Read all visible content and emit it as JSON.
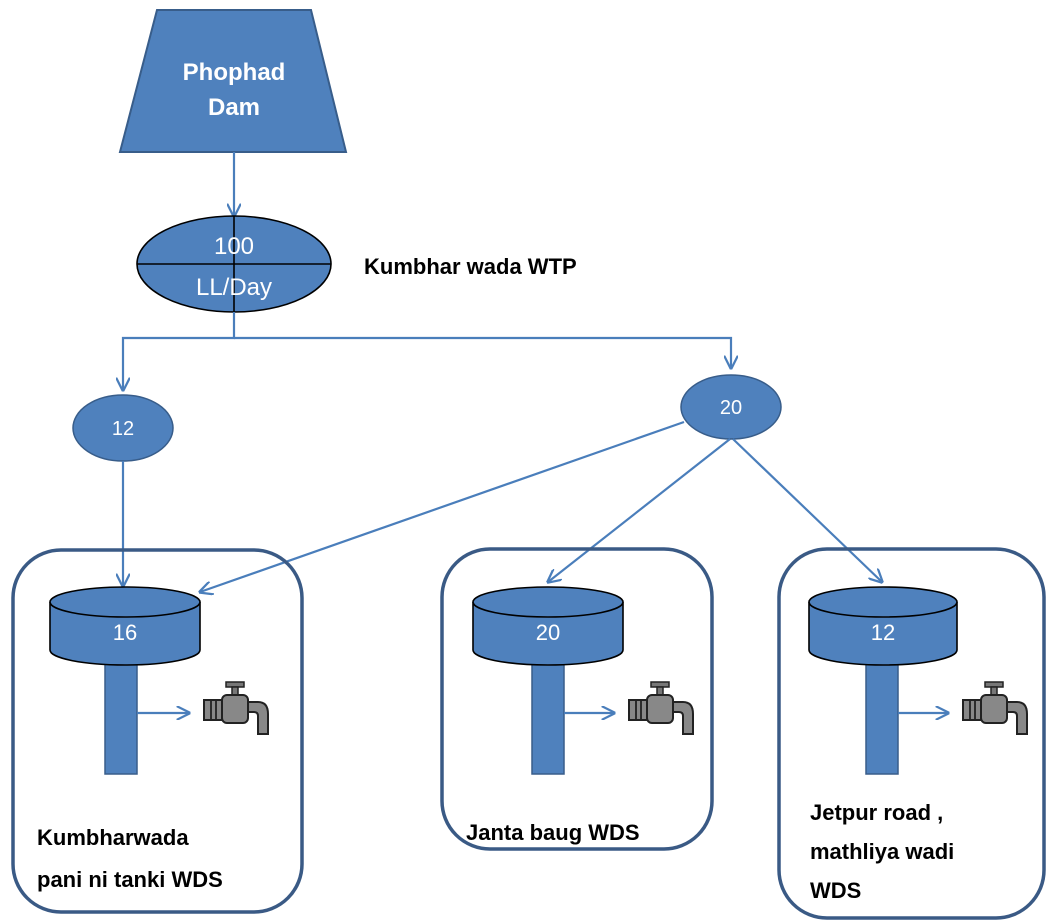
{
  "source": {
    "line1": "Phophad",
    "line2": "Dam"
  },
  "wtp": {
    "capacity": "100",
    "unit": "LL/Day",
    "name": "Kumbhar wada WTP"
  },
  "branches": [
    {
      "value": "12"
    },
    {
      "value": "20"
    }
  ],
  "tanks": [
    {
      "value": "16",
      "name_lines": [
        "Kumbharwada",
        "pani ni tanki WDS"
      ]
    },
    {
      "value": "20",
      "name_lines": [
        "Janta baug WDS"
      ]
    },
    {
      "value": "12",
      "name_lines": [
        "Jetpur road ,",
        "mathliya wadi",
        "WDS"
      ]
    }
  ],
  "icons": {
    "tap": "water-tap-icon",
    "tank": "water-tank-icon"
  },
  "colors": {
    "fill": "#4f81bd",
    "stroke": "#385d8a",
    "line": "#4a7ebb",
    "box_border": "#3a5a85"
  }
}
